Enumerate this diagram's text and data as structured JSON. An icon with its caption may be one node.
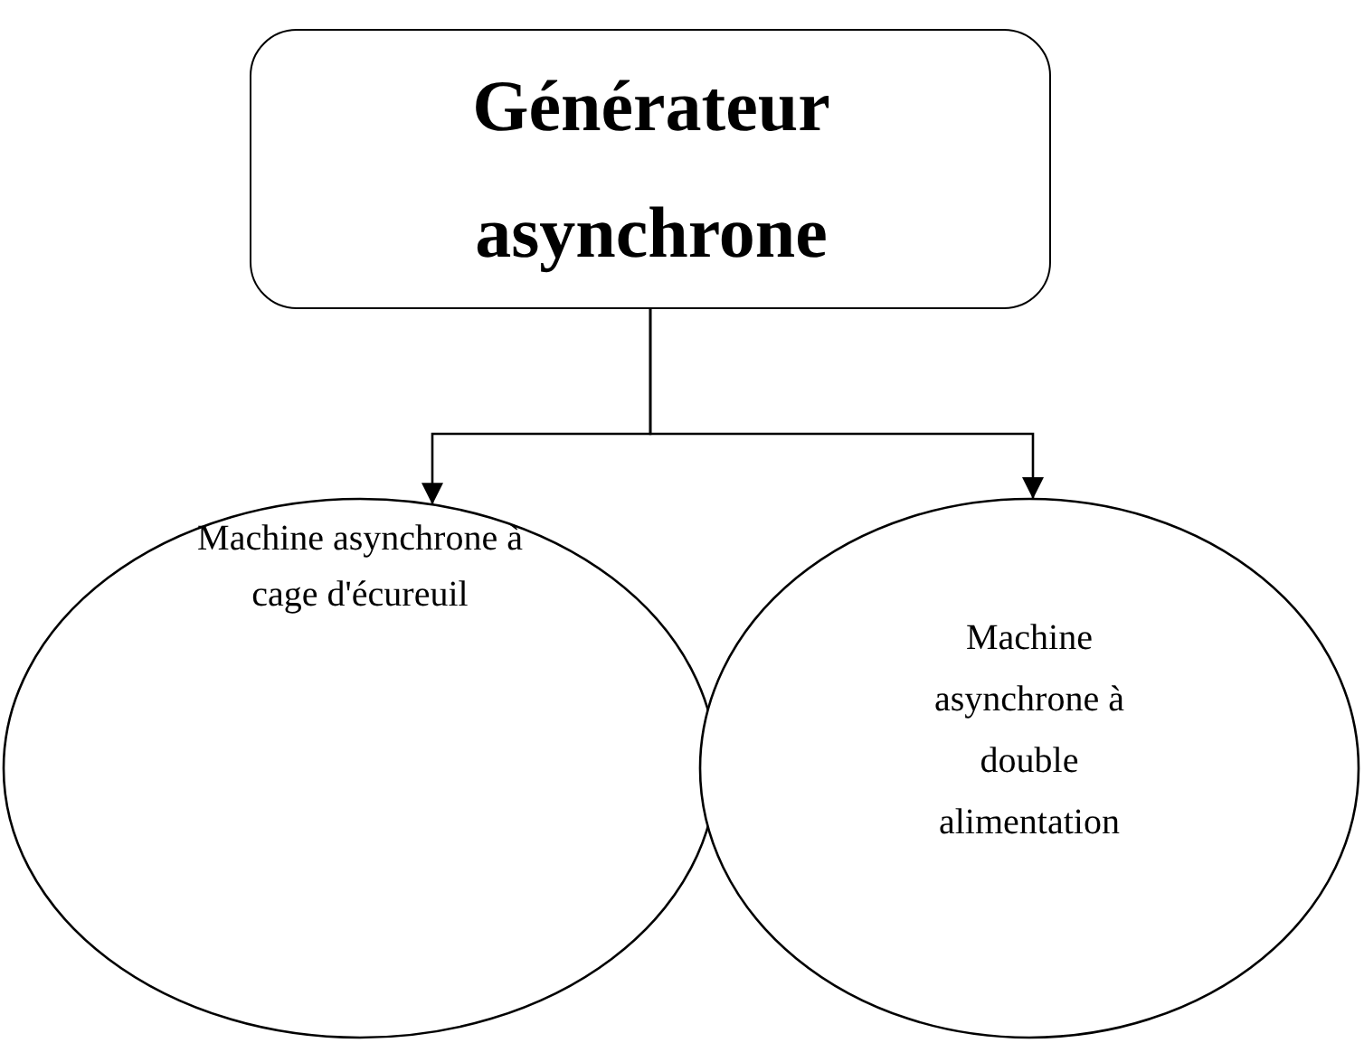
{
  "diagram": {
    "nodes": [
      {
        "text": [
          "Générateur asynchrone"
        ]
      },
      {
        "text": [
          "Machine asynchrone à cage d'écureuil"
        ]
      },
      {
        "text": [
          "Machine asynchrone à double alimentation"
        ]
      }
    ],
    "edges": [
      {
        "from": 0,
        "to": 1,
        "arrow": "to"
      },
      {
        "from": 0,
        "to": 2,
        "arrow": "to"
      }
    ]
  }
}
